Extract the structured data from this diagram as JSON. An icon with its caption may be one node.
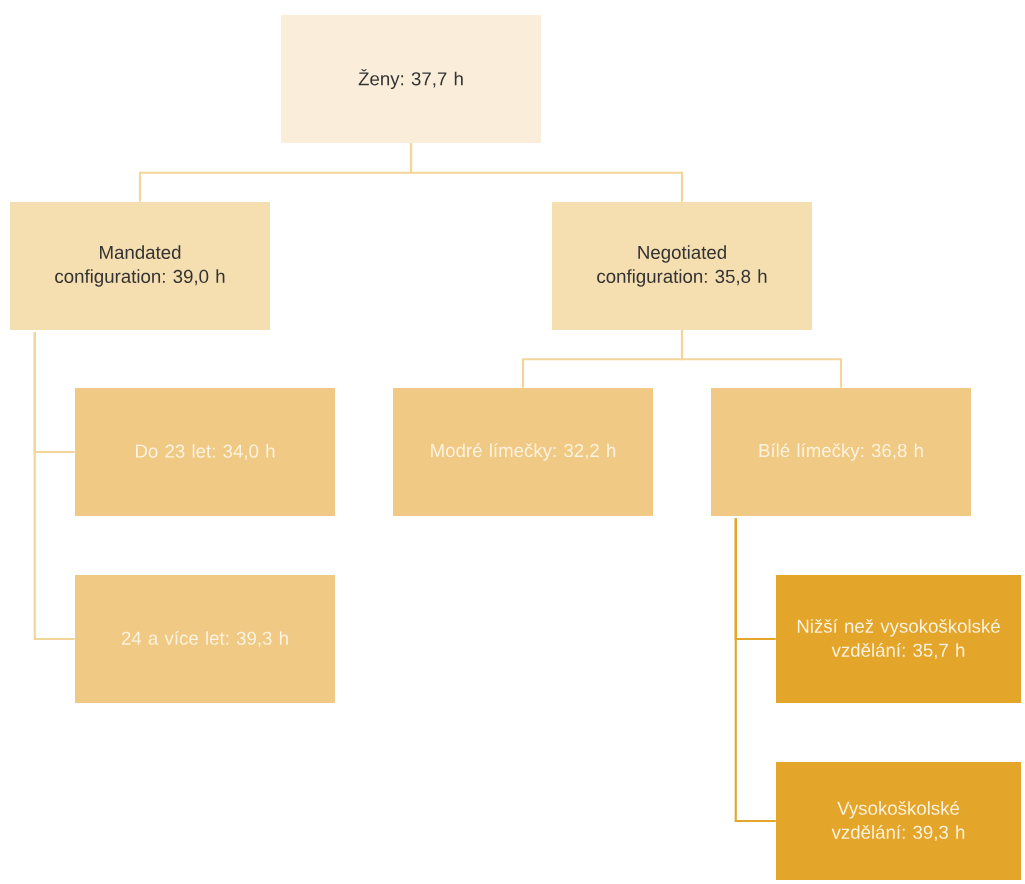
{
  "diagram": {
    "nodes": [
      {
        "text": [
          "Ženy: 37,7 h"
        ]
      },
      {
        "text": [
          "Mandated configuration: 39,0 h"
        ]
      },
      {
        "text": [
          "Negotiated configuration: 35,8 h"
        ]
      },
      {
        "text": [
          "Do 23 let: 34,0 h"
        ]
      },
      {
        "text": [
          "24 a více let: 39,3 h"
        ]
      },
      {
        "text": [
          "Modré límečky: 32,2 h"
        ]
      },
      {
        "text": [
          "Bílé límečky: 36,8 h"
        ]
      },
      {
        "text": [
          "Nižší než vysokoškolské vzdělání: 35,7 h"
        ]
      },
      {
        "text": [
          "Vysokoškolské vzdělání: 39,3 h"
        ]
      }
    ],
    "edges": [
      {
        "from": 0,
        "to": 1,
        "arrow": "none"
      },
      {
        "from": 0,
        "to": 2,
        "arrow": "none"
      },
      {
        "from": 1,
        "to": 3,
        "arrow": "none"
      },
      {
        "from": 1,
        "to": 4,
        "arrow": "none"
      },
      {
        "from": 2,
        "to": 5,
        "arrow": "none"
      },
      {
        "from": 2,
        "to": 6,
        "arrow": "none"
      },
      {
        "from": 6,
        "to": 7,
        "arrow": "none",
        "color": "#e3a52a"
      },
      {
        "from": 6,
        "to": 8,
        "arrow": "none",
        "color": "#e3a52a"
      }
    ]
  }
}
